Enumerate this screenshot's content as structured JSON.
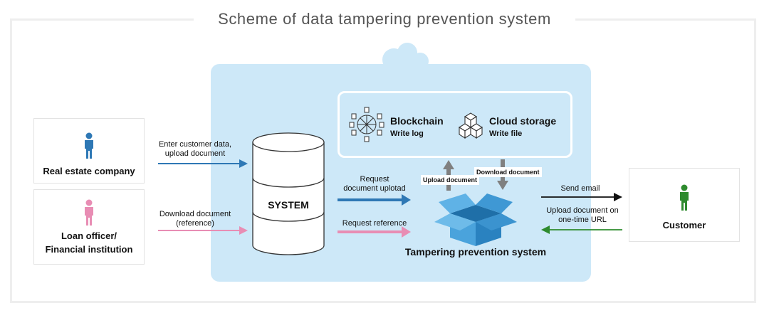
{
  "title": "Scheme of data tampering prevention system",
  "actors": {
    "real_estate": "Real estate company",
    "loan_line1": "Loan officer/",
    "loan_line2": "Financial institution",
    "customer": "Customer"
  },
  "system_label": "SYSTEM",
  "blockchain": {
    "title": "Blockchain",
    "subtitle": "Write log"
  },
  "cloud": {
    "title": "Cloud storage",
    "subtitle": "Write file"
  },
  "tamper_label": "Tampering prevention system",
  "flows": {
    "enter_line1": "Enter customer data,",
    "enter_line2": "upload document",
    "download_line1": "Download document",
    "download_line2": "(reference)",
    "request_line1": "Request",
    "request_line2": "document uplotad",
    "request_reference": "Request reference",
    "upload_document": "Upload document",
    "download_document": "Download document",
    "send_email": "Send email",
    "upload_url_line1": "Upload document on",
    "upload_url_line2": "one-time URL"
  },
  "colors": {
    "blue_arrow": "#2e78b5",
    "pink_arrow": "#e88db4",
    "green_arrow": "#2e8b2e",
    "system_bg": "#cde8f8",
    "box_blue": "#3a93cf"
  }
}
